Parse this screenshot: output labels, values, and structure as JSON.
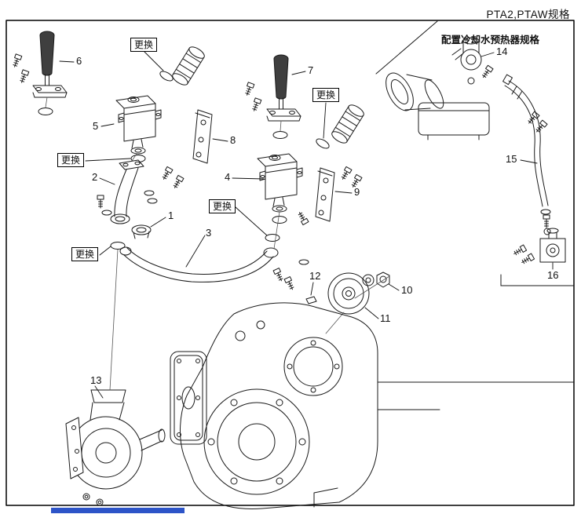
{
  "page": {
    "spec_label": "PTA2,PTAW规格",
    "heater_spec_label": "配置冷却水预热器规格",
    "replace_label": "更换",
    "colors": {
      "bottom_bar": "#2d54c8",
      "line": "#1a1a1a"
    }
  },
  "callouts": [
    {
      "num": "1"
    },
    {
      "num": "2"
    },
    {
      "num": "3"
    },
    {
      "num": "4"
    },
    {
      "num": "5"
    },
    {
      "num": "6"
    },
    {
      "num": "7"
    },
    {
      "num": "8"
    },
    {
      "num": "9"
    },
    {
      "num": "10"
    },
    {
      "num": "11"
    },
    {
      "num": "12"
    },
    {
      "num": "13"
    },
    {
      "num": "14"
    },
    {
      "num": "15"
    },
    {
      "num": "16"
    }
  ]
}
